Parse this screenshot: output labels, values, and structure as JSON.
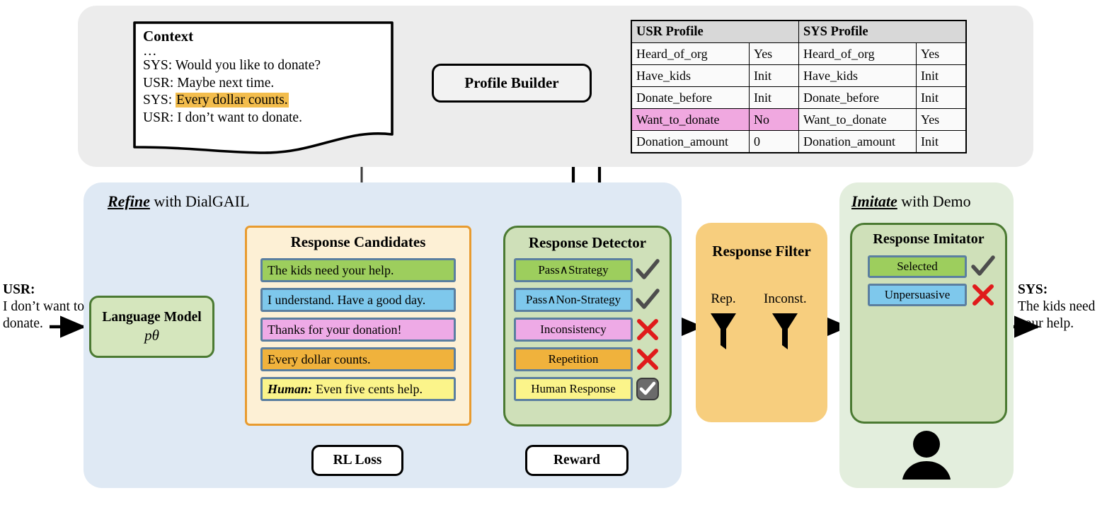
{
  "figure": {
    "top_panel": {
      "context": {
        "title": "Context",
        "ellipsis": "…",
        "lines": [
          {
            "speaker": "SYS:",
            "text": "Would you like to donate?",
            "highlight": false
          },
          {
            "speaker": "USR:",
            "text": "Maybe next time.",
            "highlight": false
          },
          {
            "speaker": "SYS:",
            "text": "Every dollar counts.",
            "highlight": true
          },
          {
            "speaker": "USR:",
            "text": "I don’t want to donate.",
            "highlight": false
          }
        ]
      },
      "profile_builder_label": "Profile Builder",
      "profile_table": {
        "headers": [
          "USR Profile",
          "SYS Profile"
        ],
        "rows": [
          {
            "usr_key": "Heard_of_org",
            "usr_val": "Yes",
            "sys_key": "Heard_of_org",
            "sys_val": "Yes",
            "highlight": false
          },
          {
            "usr_key": "Have_kids",
            "usr_val": "Init",
            "sys_key": "Have_kids",
            "sys_val": "Init",
            "highlight": false
          },
          {
            "usr_key": "Donate_before",
            "usr_val": "Init",
            "sys_key": "Donate_before",
            "sys_val": "Init",
            "highlight": false
          },
          {
            "usr_key": "Want_to_donate",
            "usr_val": "No",
            "sys_key": "Want_to_donate",
            "sys_val": "Yes",
            "highlight": true
          },
          {
            "usr_key": "Donation_amount",
            "usr_val": "0",
            "sys_key": "Donation_amount",
            "sys_val": "Init",
            "highlight": false
          }
        ]
      }
    },
    "refine": {
      "panel_title_bold": "Refine",
      "panel_title_rest": " with DialGAIL",
      "language_model": {
        "line1": "Language Model",
        "line2": "pθ"
      },
      "candidates": {
        "title": "Response Candidates",
        "items": [
          {
            "prefix": "",
            "text": "The kids need your help.",
            "color": "#9dce5d"
          },
          {
            "prefix": "",
            "text": "I understand. Have a good day.",
            "color": "#7ec8ec"
          },
          {
            "prefix": "",
            "text": "Thanks for your donation!",
            "color": "#eeaae6"
          },
          {
            "prefix": "",
            "text": "Every dollar counts.",
            "color": "#f0b23c"
          },
          {
            "prefix": "Human:",
            "text": "Even five cents help.",
            "color": "#fbf48a"
          }
        ]
      },
      "detector": {
        "title": "Response Detector",
        "items": [
          {
            "label": "Pass∧Strategy",
            "color": "#9dce5d",
            "mark": "check"
          },
          {
            "label": "Pass∧Non-Strategy",
            "color": "#7ec8ec",
            "mark": "check"
          },
          {
            "label": "Inconsistency",
            "color": "#eeaae6",
            "mark": "cross"
          },
          {
            "label": "Repetition",
            "color": "#f0b23c",
            "mark": "cross"
          },
          {
            "label": "Human Response",
            "color": "#fbf48a",
            "mark": "checkbox"
          }
        ]
      },
      "rl_loss_label": "RL Loss",
      "reward_label": "Reward"
    },
    "filter": {
      "title": "Response Filter",
      "funnels": [
        {
          "label": "Rep.",
          "icon": "funnel-icon"
        },
        {
          "label": "Inconst.",
          "icon": "funnel-icon"
        }
      ]
    },
    "imitate": {
      "panel_title_bold": "Imitate",
      "panel_title_rest": " with Demo",
      "imitator": {
        "title": "Response Imitator",
        "items": [
          {
            "label": "Selected",
            "color": "#9dce5d",
            "mark": "check"
          },
          {
            "label": "Unpersuasive",
            "color": "#7ec8ec",
            "mark": "cross"
          }
        ]
      },
      "person_icon": "person-icon"
    },
    "input_utterance": {
      "speaker": "USR:",
      "text": "I don’t want to donate."
    },
    "output_utterance": {
      "speaker": "SYS:",
      "text": "The kids need your help."
    },
    "colors": {
      "top_panel_bg": "#ececec",
      "refine_panel_bg": "#dfe9f4",
      "imitate_panel_bg": "#e3eedd",
      "filter_bg": "#f7ce7e",
      "box_green_bg": "#cfe0b9",
      "box_green_border": "#4b7a32",
      "candidates_bg": "#fdf0d5",
      "candidates_border": "#e89b2f",
      "chip_border": "#5b7fa0",
      "highlight_yellow": "#f3bd4d",
      "highlight_pink": "#f0a8e0",
      "check_gray": "#4d4d4d",
      "cross_red": "#e01b1b"
    }
  }
}
